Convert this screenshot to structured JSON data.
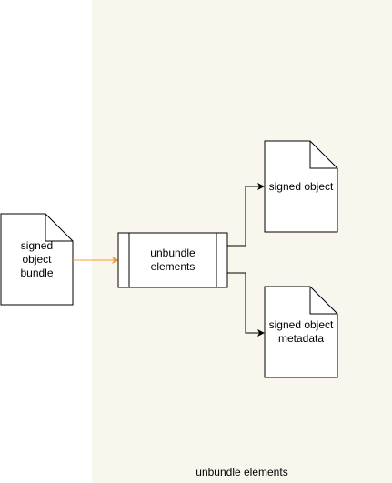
{
  "lane": {
    "label": "unbundle elements"
  },
  "nodes": {
    "input_doc": {
      "label": "signed\nobject\nbundle"
    },
    "process": {
      "label": "unbundle\nelements"
    },
    "output_object": {
      "label": "signed object"
    },
    "output_metadata": {
      "label": "signed object\nmetadata"
    }
  },
  "colors": {
    "lane_fill": "#f9f6ee",
    "input_edge": "#f0a030",
    "stroke": "#000000"
  }
}
